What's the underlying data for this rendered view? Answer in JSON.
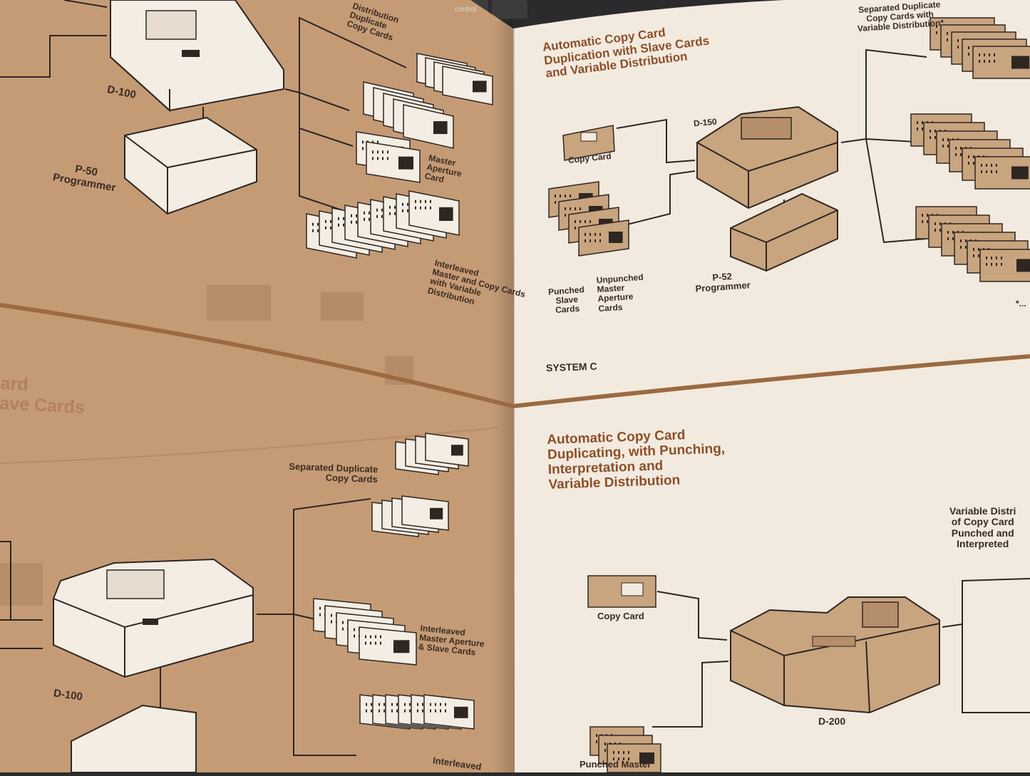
{
  "colors": {
    "left_page": "#c59b76",
    "right_page": "#f2eadf",
    "rule": "#9b6a42",
    "title": "#8c4f2a",
    "line": "#2e2620",
    "card_tan": "#c8a47f",
    "machine_light": "#f3ede4"
  },
  "keyboard": {
    "key_label": "control"
  },
  "left_page": {
    "top": {
      "branch_label_a": "Distribution\nDuplicate\nCopy Cards",
      "machine_label": "D-100",
      "programmer_label": "P-50\nProgrammer",
      "master_label": "Master\nAperture\nCard",
      "interleaved_label": "Interleaved\nMaster and Copy Cards\nwith Variable\nDistribution"
    },
    "bottom": {
      "faded_title": "ard\nave Cards",
      "separated_label": "Separated Duplicate\nCopy Cards",
      "machine_label": "D-100",
      "interleaved_slave_label": "Interleaved\nMaster Aperture\n& Slave Cards",
      "interleaved_label": "Interleaved"
    }
  },
  "right_page": {
    "top": {
      "title": "Automatic Copy Card\nDuplication with Slave Cards\nand Variable Distribution",
      "separated_label": "Separated Duplicate\nCopy Cards with\nVariable Distribution*",
      "copy_card_label": "Copy Card",
      "machine_label": "D-150",
      "punched_slave_label": "Punched\nSlave\nCards",
      "unpunched_label": "Unpunched\nMaster\nAperture\nCards",
      "programmer_label": "P-52\nProgrammer",
      "system_label": "SYSTEM  C",
      "asterisk_note": "*..."
    },
    "bottom": {
      "title": "Automatic Copy Card\nDuplicating, with Punching,\nInterpretation and\nVariable Distribution",
      "variable_label": "Variable Distri\nof Copy Card\nPunched and\nInterpreted",
      "copy_card_label": "Copy Card",
      "machine_label": "D-200",
      "punched_master_label": "Punched Master"
    }
  }
}
